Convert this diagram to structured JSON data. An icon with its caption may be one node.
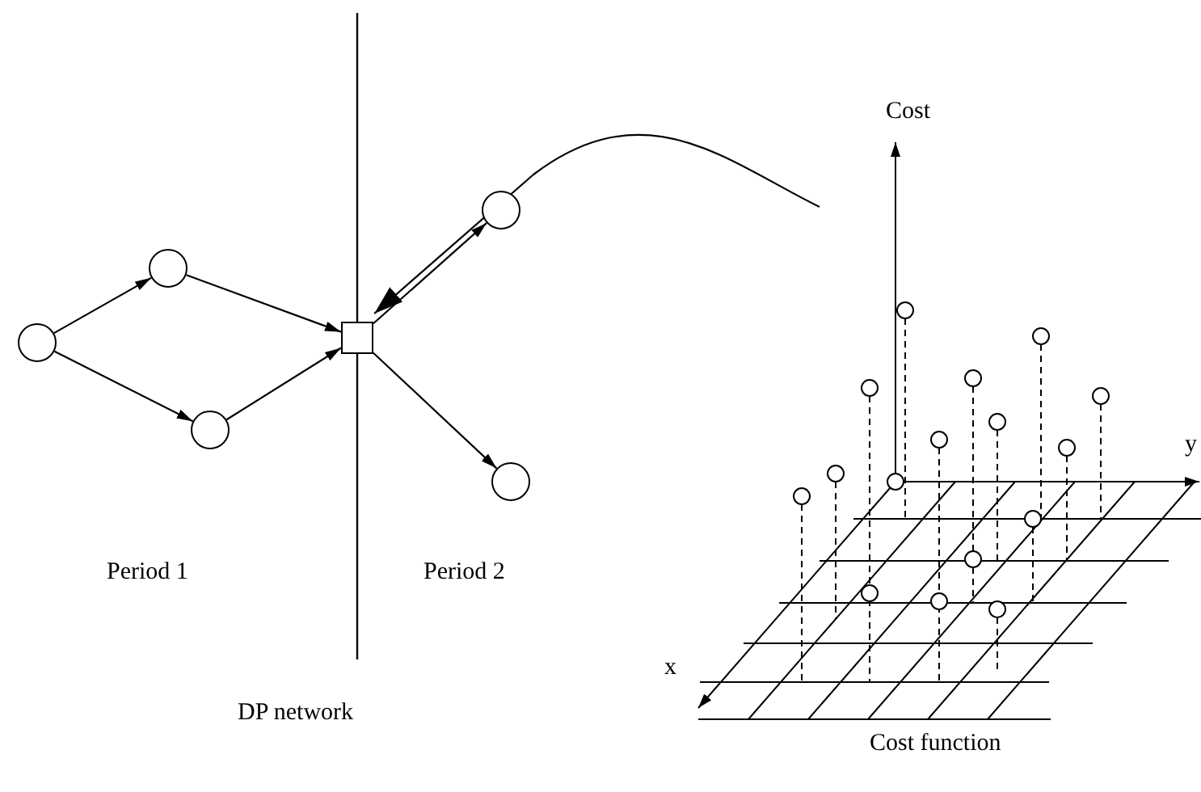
{
  "diagram": {
    "nodes": [
      {
        "text": [],
        "shape": "circle"
      },
      {
        "text": [],
        "shape": "circle"
      },
      {
        "text": [],
        "shape": "circle"
      },
      {
        "text": [],
        "shape": "box"
      },
      {
        "text": [],
        "shape": "circle"
      },
      {
        "text": [],
        "shape": "circle"
      }
    ],
    "edges": [
      {
        "from": 0,
        "to": 1,
        "arrow": "to"
      },
      {
        "from": 0,
        "to": 2,
        "arrow": "to"
      },
      {
        "from": 1,
        "to": 3,
        "arrow": "to"
      },
      {
        "from": 2,
        "to": 3,
        "arrow": "to"
      },
      {
        "from": 3,
        "to": 4,
        "arrow": "to"
      },
      {
        "from": 3,
        "to": 5,
        "arrow": "to"
      },
      {
        "from": null,
        "to": 3,
        "arrow": "to"
      }
    ],
    "labels": [
      "Cost",
      "y",
      "Period 1",
      "Period 2",
      "x",
      "DP network",
      "Cost function"
    ]
  }
}
